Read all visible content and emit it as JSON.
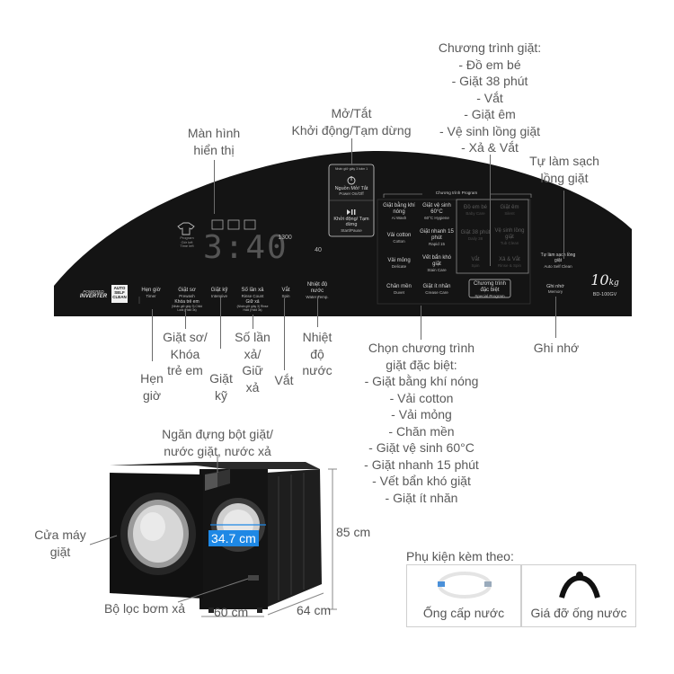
{
  "callouts": {
    "programs": [
      "Chương trình giặt:",
      "- Đồ em bé",
      "- Giặt 38 phút",
      "- Vắt",
      "- Giặt êm",
      "- Vệ sinh lồng giặt",
      "- Xả & Vắt"
    ],
    "power": [
      "Mở/Tắt",
      "Khởi động/Tạm dừng"
    ],
    "screen": [
      "Màn hình",
      "hiển thị"
    ],
    "tub_clean": [
      "Tự làm sạch",
      "lồng giặt"
    ],
    "prewash": [
      "Giặt sơ/",
      "Khóa",
      "trẻ em"
    ],
    "timer": [
      "Hẹn",
      "giờ"
    ],
    "intensive": [
      "Giặt",
      "kỹ"
    ],
    "rinse": [
      "Số lần",
      "xả/",
      "Giữ",
      "xả"
    ],
    "spin": [
      "Vắt"
    ],
    "temp": [
      "Nhiệt",
      "độ",
      "nước"
    ],
    "special": [
      "Chọn chương trình",
      "giặt đặc biệt:",
      "- Giặt bằng khí nóng",
      "- Vải cotton",
      "- Vải mỏng",
      "- Chăn mền",
      "- Giặt vệ sinh 60°C",
      "- Giặt nhanh 15 phút",
      "- Vết bẩn khó giặt",
      "- Giặt ít nhăn"
    ],
    "memory": [
      "Ghi nhớ"
    ],
    "drawer": [
      "Ngăn đựng bột giặt/",
      "nước giặt, nước xả"
    ],
    "door": [
      "Cửa máy",
      "giặt"
    ],
    "filter": [
      "Bộ lọc bơm xả"
    ]
  },
  "panel": {
    "brand": {
      "line1": "POWERED",
      "line2": "INVERTER",
      "badge1": "AUTO",
      "badge2": "SELF",
      "badge3": "CLEAN"
    },
    "display": {
      "time": "3:40",
      "rpm": "1300",
      "temp": "40",
      "prog_label1": "Program",
      "prog_label2": "Giờ kết",
      "prog_label3": "Time left"
    },
    "power_box": {
      "hint": "Nhấn giữ giây 3 bấm 1 ",
      "label": "Nguồn Mở/ Tắt",
      "label_en": "Power On/Off",
      "start": "Khởi động/ Tạm dừng",
      "start_en": "Start/Pause"
    },
    "program_header": "Chương trình Program",
    "program_buttons": [
      {
        "vi": "Giặt bằng khí nóng",
        "en": "Ai Wash"
      },
      {
        "vi": "Giặt vệ sinh 60°C",
        "en": "60°C Hygiene"
      },
      {
        "vi": "Vải cotton",
        "en": "Cotton"
      },
      {
        "vi": "Giặt nhanh 15 phút",
        "en": "Rapid 15"
      },
      {
        "vi": "Vải mỏng",
        "en": "Delicate"
      },
      {
        "vi": "Vết bẩn khó giặt",
        "en": "Stain Care"
      },
      {
        "vi": "Chăn mền",
        "en": "Duvet"
      },
      {
        "vi": "Giặt ít nhăn",
        "en": "Crease Care"
      }
    ],
    "special_button": {
      "vi": "Chương trình đặc biệt",
      "en": "Special Program"
    },
    "dim_buttons": [
      {
        "vi": "Đồ em bé",
        "en": "Baby Care"
      },
      {
        "vi": "Giặt êm",
        "en": "Silent"
      },
      {
        "vi": "Giặt 38 phút",
        "en": "Daily 38"
      },
      {
        "vi": "Vệ sinh lồng giặt",
        "en": "Tub Clean"
      },
      {
        "vi": "Vắt",
        "en": "Spin"
      },
      {
        "vi": "Xả & Vắt",
        "en": "Rinse & Spin"
      }
    ],
    "tub_clean_button": {
      "vi": "Tự làm sạch lồng giặt",
      "en": "Auto Self Clean"
    },
    "memory_button": {
      "vi": "Ghi nhớ",
      "en": "Memory"
    },
    "capacity": "10",
    "capacity_unit": "kg",
    "model": "BD-100GV",
    "bottom_buttons": [
      {
        "vi": "Hẹn giờ",
        "en": "Timer"
      },
      {
        "vi": "Giặt sơ",
        "en": "Prewash",
        "sub": "Khóa trẻ em",
        "sub_en": "(Nhấn giữ giây 3) Child Lock (Hold 3s)"
      },
      {
        "vi": "Giặt kỹ",
        "en": "Intensive"
      },
      {
        "vi": "Số lần xả",
        "en": "Rinse Count",
        "sub": "Giữ xả",
        "sub_en": "(Nhấn giữ giây 3) Rinse Hold (Hold 3s)"
      },
      {
        "vi": "Vắt",
        "en": "Spin"
      },
      {
        "vi": "Nhiệt độ nước",
        "en": "Water Temp."
      }
    ]
  },
  "dimensions": {
    "door": "34.7 cm",
    "height": "85 cm",
    "width": "60 cm",
    "depth": "64 cm"
  },
  "accessories": {
    "title": "Phụ kiện kèm theo:",
    "items": [
      "Ống cấp nước",
      "Giá đỡ ống nước"
    ]
  },
  "colors": {
    "panel": "#141414",
    "text": "#5a5a5a",
    "highlight": "#1e88e5",
    "lead": "#6b6b6b"
  }
}
